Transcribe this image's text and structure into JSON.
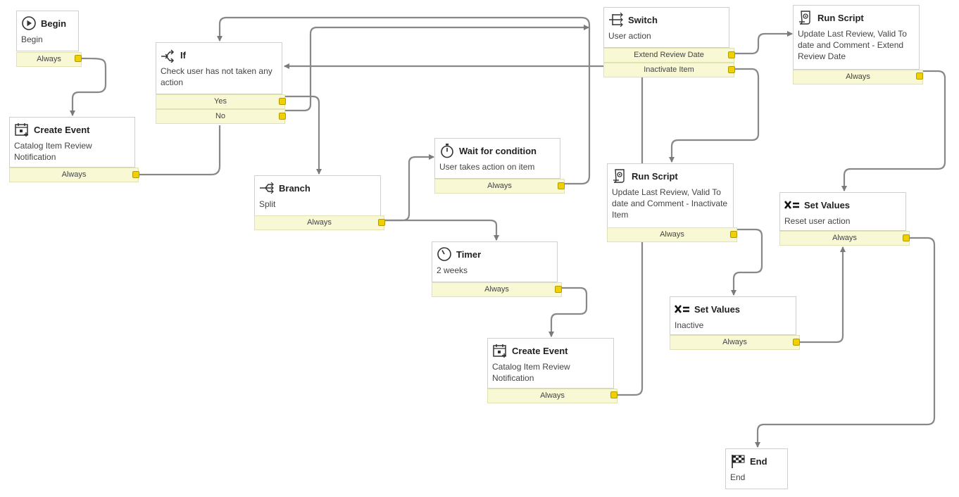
{
  "nodes": {
    "begin": {
      "title": "Begin",
      "desc": "Begin",
      "icon": "play-icon"
    },
    "create_event_1": {
      "title": "Create Event",
      "desc": "Catalog Item Review Notification",
      "icon": "calendar-icon"
    },
    "if": {
      "title": "If",
      "desc": "Check user has not taken any action",
      "icon": "if-branch-icon"
    },
    "branch": {
      "title": "Branch",
      "desc": "Split",
      "icon": "branch-icon"
    },
    "wait": {
      "title": "Wait for condition",
      "desc": "User takes action on item",
      "icon": "stopwatch-icon"
    },
    "timer": {
      "title": "Timer",
      "desc": "2 weeks",
      "icon": "timer-icon"
    },
    "create_event_2": {
      "title": "Create Event",
      "desc": "Catalog Item Review Notification",
      "icon": "calendar-icon"
    },
    "switch": {
      "title": "Switch",
      "desc": "User action",
      "icon": "switch-icon"
    },
    "run_script_1": {
      "title": "Run Script",
      "desc": "Update Last Review, Valid To date and Comment - Extend Review Date",
      "icon": "script-icon"
    },
    "run_script_2": {
      "title": "Run Script",
      "desc": "Update Last Review, Valid To date and Comment - Inactivate Item",
      "icon": "script-icon"
    },
    "set_values_1": {
      "title": "Set Values",
      "desc": "Reset user action",
      "icon": "set-values-icon"
    },
    "set_values_2": {
      "title": "Set Values",
      "desc": "Inactive",
      "icon": "set-values-icon"
    },
    "end": {
      "title": "End",
      "desc": "End",
      "icon": "checkered-flag-icon"
    }
  },
  "conditions": {
    "always": "Always",
    "yes": "Yes",
    "no": "No",
    "extend_review_date": "Extend Review Date",
    "inactivate_item": "Inactivate Item"
  }
}
